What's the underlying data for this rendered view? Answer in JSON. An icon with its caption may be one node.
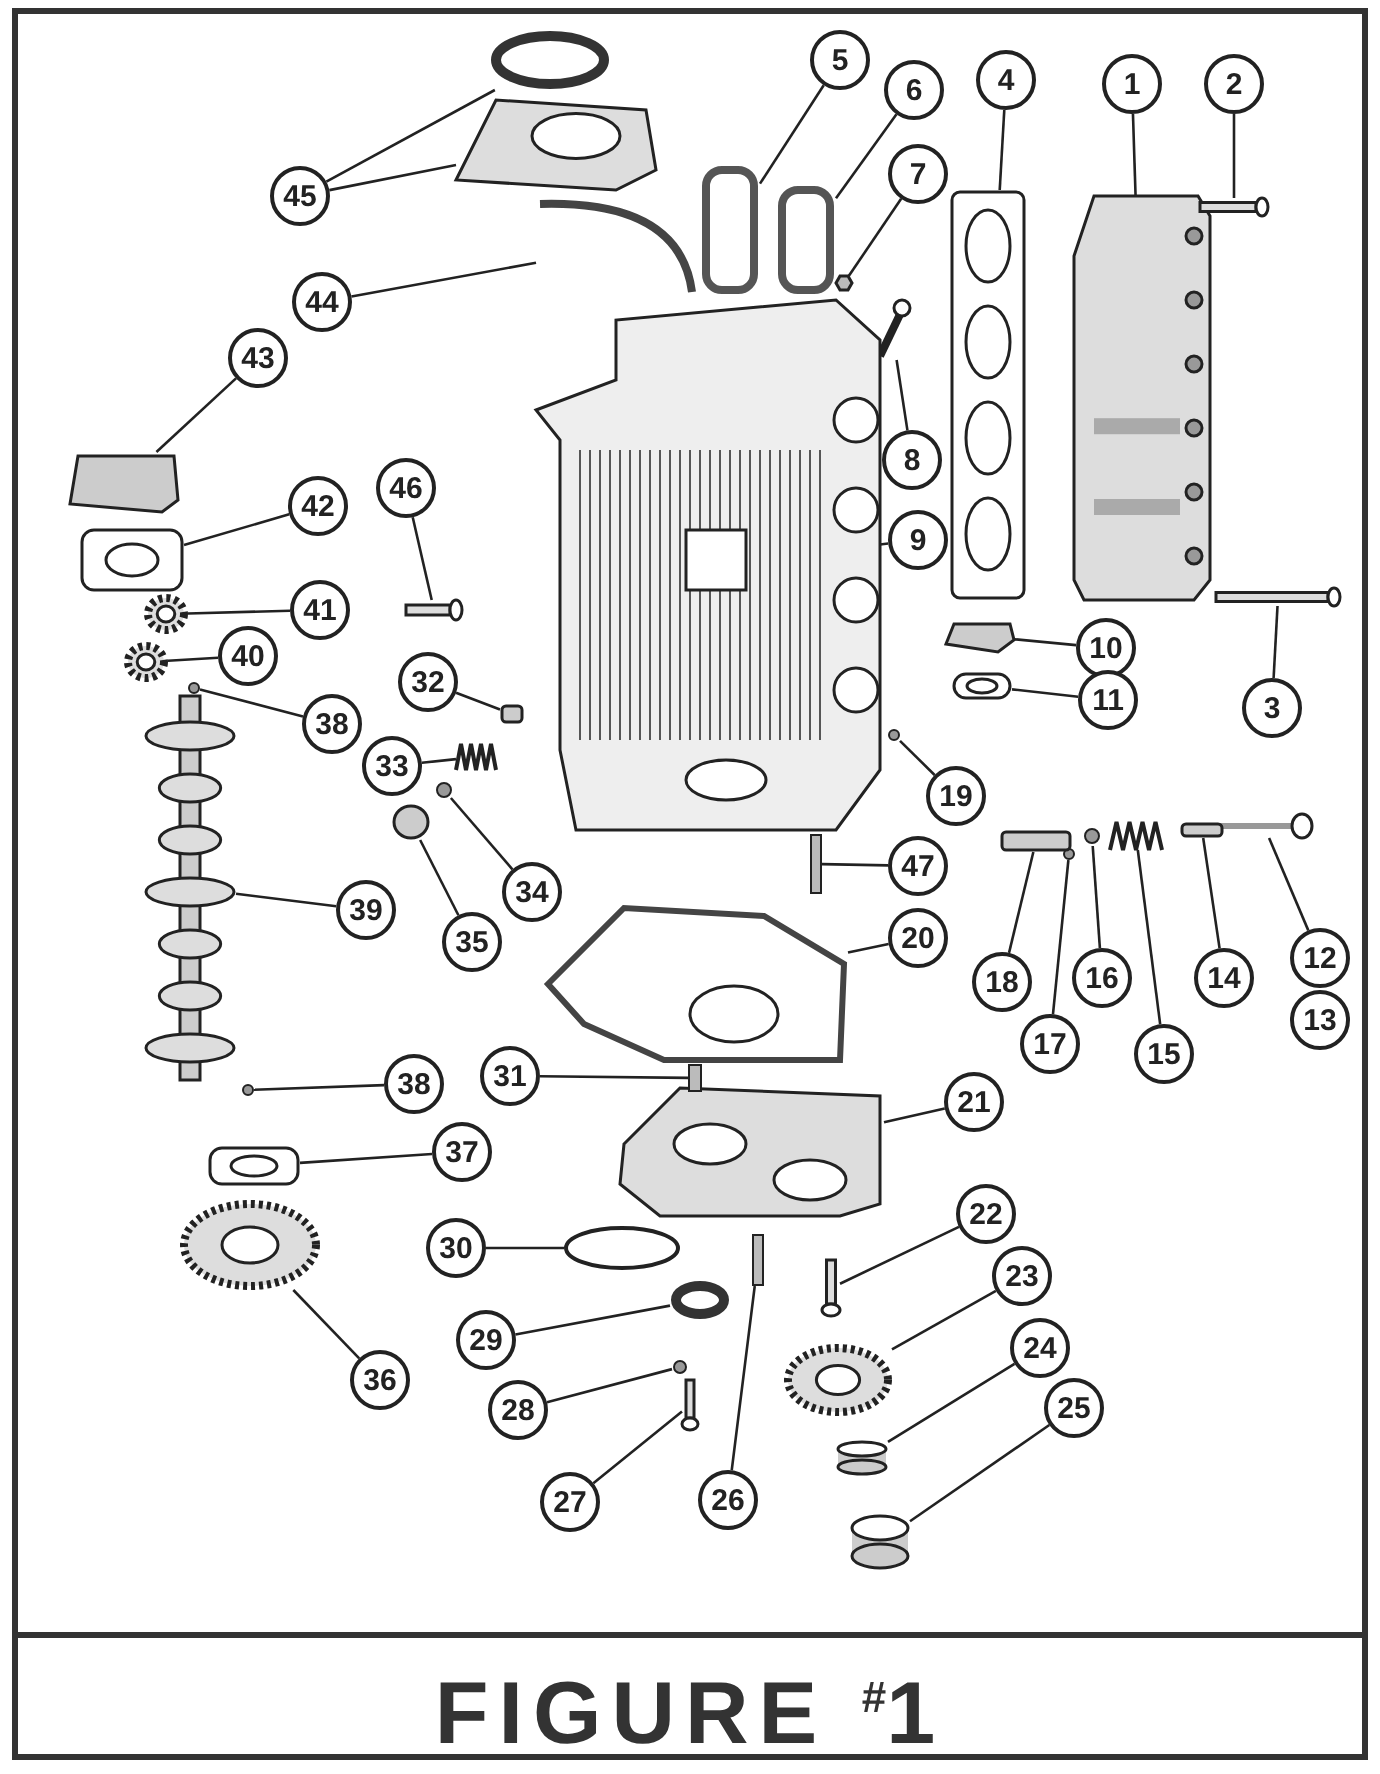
{
  "diagram": {
    "title": "FIGURE $^{#}$1",
    "nodes": [
      {
        "text": [
          "1"
        ]
      },
      {
        "text": [
          "2"
        ]
      },
      {
        "text": [
          "3"
        ]
      },
      {
        "text": [
          "4"
        ]
      },
      {
        "text": [
          "5"
        ]
      },
      {
        "text": [
          "6"
        ]
      },
      {
        "text": [
          "7"
        ]
      },
      {
        "text": [
          "8"
        ]
      },
      {
        "text": [
          "9"
        ]
      },
      {
        "text": [
          "10"
        ]
      },
      {
        "text": [
          "11"
        ]
      },
      {
        "text": [
          "12"
        ]
      },
      {
        "text": [
          "13"
        ]
      },
      {
        "text": [
          "14"
        ]
      },
      {
        "text": [
          "15"
        ]
      },
      {
        "text": [
          "16"
        ]
      },
      {
        "text": [
          "17"
        ]
      },
      {
        "text": [
          "18"
        ]
      },
      {
        "text": [
          "19"
        ]
      },
      {
        "text": [
          "20"
        ]
      },
      {
        "text": [
          "21"
        ]
      },
      {
        "text": [
          "22"
        ]
      },
      {
        "text": [
          "23"
        ]
      },
      {
        "text": [
          "24"
        ]
      },
      {
        "text": [
          "25"
        ]
      },
      {
        "text": [
          "26"
        ]
      },
      {
        "text": [
          "27"
        ]
      },
      {
        "text": [
          "28"
        ]
      },
      {
        "text": [
          "29"
        ]
      },
      {
        "text": [
          "30"
        ]
      },
      {
        "text": [
          "31"
        ]
      },
      {
        "text": [
          "32"
        ]
      },
      {
        "text": [
          "33"
        ]
      },
      {
        "text": [
          "34"
        ]
      },
      {
        "text": [
          "35"
        ]
      },
      {
        "text": [
          "36"
        ]
      },
      {
        "text": [
          "37"
        ]
      },
      {
        "text": [
          "38"
        ]
      },
      {
        "text": [
          "38"
        ]
      },
      {
        "text": [
          "39"
        ]
      },
      {
        "text": [
          "40"
        ]
      },
      {
        "text": [
          "41"
        ]
      },
      {
        "text": [
          "42"
        ]
      },
      {
        "text": [
          "43"
        ]
      },
      {
        "text": [
          "44"
        ]
      },
      {
        "text": [
          "45"
        ]
      },
      {
        "text": [
          "46"
        ]
      },
      {
        "text": [
          "47"
        ]
      },
      {
        "text": [],
        "shape": "picture"
      },
      {
        "text": [],
        "shape": "picture"
      },
      {
        "text": [],
        "shape": "picture"
      },
      {
        "text": [],
        "shape": "picture"
      },
      {
        "text": [],
        "shape": "box"
      },
      {
        "text": [],
        "shape": "box"
      },
      {
        "text": [],
        "shape": "box"
      },
      {
        "text": [],
        "shape": "picture"
      },
      {
        "text": [],
        "shape": "picture"
      },
      {
        "text": [],
        "shape": "box"
      },
      {
        "text": [],
        "shape": "picture"
      },
      {
        "text": [],
        "shape": "picture"
      },
      {
        "text": [],
        "shape": "box"
      },
      {
        "text": [],
        "shape": "picture"
      },
      {
        "text": [],
        "shape": "circle"
      },
      {
        "text": [],
        "shape": "circle"
      },
      {
        "text": [],
        "shape": "box"
      },
      {
        "text": [],
        "shape": "circle"
      },
      {
        "text": [],
        "shape": "picture"
      },
      {
        "text": [],
        "shape": "picture"
      },
      {
        "text": [],
        "shape": "picture"
      },
      {
        "text": [],
        "shape": "picture"
      },
      {
        "text": [],
        "shape": "cylinder"
      },
      {
        "text": [],
        "shape": "cylinder"
      },
      {
        "text": [],
        "shape": "box"
      },
      {
        "text": [],
        "shape": "picture"
      },
      {
        "text": [],
        "shape": "circle"
      },
      {
        "text": [],
        "shape": "circle"
      },
      {
        "text": [],
        "shape": "circle"
      },
      {
        "text": [],
        "shape": "box"
      },
      {
        "text": [],
        "shape": "box"
      },
      {
        "text": [],
        "shape": "picture"
      },
      {
        "text": [],
        "shape": "circle"
      },
      {
        "text": [],
        "shape": "circle"
      },
      {
        "text": [],
        "shape": "picture"
      },
      {
        "text": [],
        "shape": "picture"
      },
      {
        "text": [],
        "shape": "circle"
      },
      {
        "text": [],
        "shape": "circle"
      },
      {
        "text": [],
        "shape": "picture"
      },
      {
        "text": [],
        "shape": "picture"
      },
      {
        "text": [],
        "shape": "picture"
      },
      {
        "text": [],
        "shape": "picture"
      },
      {
        "text": [],
        "shape": "box"
      },
      {
        "text": [],
        "shape": "picture"
      },
      {
        "text": [],
        "shape": "circle"
      },
      {
        "text": [],
        "shape": "picture"
      },
      {
        "text": [],
        "shape": "picture"
      },
      {
        "text": [],
        "shape": "box"
      }
    ],
    "edges": [
      {
        "from": 0,
        "to": 48,
        "arrow": "none"
      },
      {
        "from": 1,
        "to": 49,
        "arrow": "none"
      },
      {
        "from": 2,
        "to": 50,
        "arrow": "none"
      },
      {
        "from": 3,
        "to": 51,
        "arrow": "none"
      },
      {
        "from": 4,
        "to": 52,
        "arrow": "none"
      },
      {
        "from": 5,
        "to": 53,
        "arrow": "none"
      },
      {
        "from": 6,
        "to": 54,
        "arrow": "none"
      },
      {
        "from": 7,
        "to": 55,
        "arrow": "none"
      },
      {
        "from": 8,
        "to": 56,
        "arrow": "none"
      },
      {
        "from": 9,
        "to": 57,
        "arrow": "none"
      },
      {
        "from": 10,
        "to": 58,
        "arrow": "none"
      },
      {
        "from": 11,
        "to": 59,
        "arrow": "none"
      },
      {
        "from": 13,
        "to": 60,
        "arrow": "none"
      },
      {
        "from": 14,
        "to": 61,
        "arrow": "none"
      },
      {
        "from": 15,
        "to": 62,
        "arrow": "none"
      },
      {
        "from": 16,
        "to": 63,
        "arrow": "none"
      },
      {
        "from": 17,
        "to": 64,
        "arrow": "none"
      },
      {
        "from": 18,
        "to": 65,
        "arrow": "none"
      },
      {
        "from": 19,
        "to": 66,
        "arrow": "none"
      },
      {
        "from": 20,
        "to": 67,
        "arrow": "none"
      },
      {
        "from": 21,
        "to": 68,
        "arrow": "none"
      },
      {
        "from": 22,
        "to": 69,
        "arrow": "none"
      },
      {
        "from": 23,
        "to": 70,
        "arrow": "none"
      },
      {
        "from": 24,
        "to": 71,
        "arrow": "none"
      },
      {
        "from": 25,
        "to": 72,
        "arrow": "none"
      },
      {
        "from": 26,
        "to": 73,
        "arrow": "none"
      },
      {
        "from": 27,
        "to": 74,
        "arrow": "none"
      },
      {
        "from": 28,
        "to": 75,
        "arrow": "none"
      },
      {
        "from": 29,
        "to": 76,
        "arrow": "none"
      },
      {
        "from": 30,
        "to": 77,
        "arrow": "none"
      },
      {
        "from": 31,
        "to": 78,
        "arrow": "none"
      },
      {
        "from": 32,
        "to": 79,
        "arrow": "none"
      },
      {
        "from": 33,
        "to": 80,
        "arrow": "none"
      },
      {
        "from": 34,
        "to": 81,
        "arrow": "none"
      },
      {
        "from": 35,
        "to": 82,
        "arrow": "none"
      },
      {
        "from": 36,
        "to": 83,
        "arrow": "none"
      },
      {
        "from": 37,
        "to": 84,
        "arrow": "none"
      },
      {
        "from": 38,
        "to": 85,
        "arrow": "none"
      },
      {
        "from": 39,
        "to": 86,
        "arrow": "none"
      },
      {
        "from": 40,
        "to": 87,
        "arrow": "none"
      },
      {
        "from": 41,
        "to": 88,
        "arrow": "none"
      },
      {
        "from": 42,
        "to": 89,
        "arrow": "none"
      },
      {
        "from": 43,
        "to": 90,
        "arrow": "none"
      },
      {
        "from": 44,
        "to": 91,
        "arrow": "none"
      },
      {
        "from": 45,
        "to": 92,
        "arrow": "none"
      },
      {
        "from": 45,
        "to": 93,
        "arrow": "none"
      },
      {
        "from": 46,
        "to": 94,
        "arrow": "none"
      },
      {
        "from": 47,
        "to": 95,
        "arrow": "none"
      }
    ]
  }
}
